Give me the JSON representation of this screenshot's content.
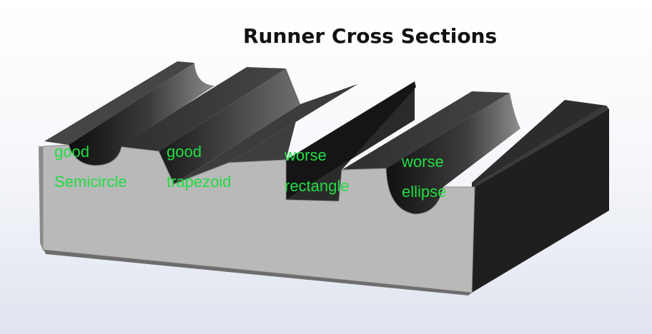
{
  "title": "Runner Cross Sections",
  "sections": [
    {
      "rating": "good",
      "shape": "Semicircle"
    },
    {
      "rating": "good",
      "shape": "trapezoid"
    },
    {
      "rating": "worse",
      "shape": "rectangle"
    },
    {
      "rating": "worse",
      "shape": "ellipse"
    }
  ],
  "colors": {
    "label_green": "#22dd44",
    "front_face": "#b9b9b9",
    "top_face": "#3a3a3a",
    "side_face": "#1e1e1e",
    "title": "#111111"
  }
}
